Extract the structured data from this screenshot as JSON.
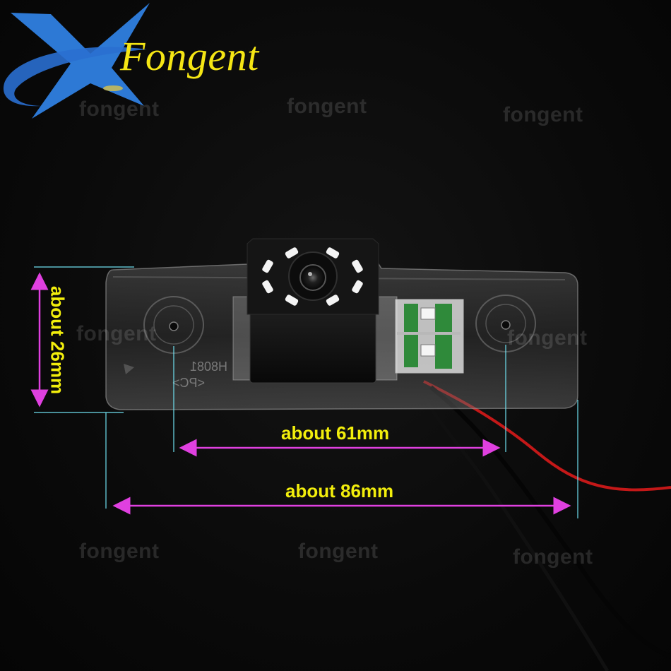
{
  "brand": {
    "name": "Fongent",
    "colors": {
      "logo_blue": "#2f7fe0",
      "logo_text": "#f5e614"
    }
  },
  "watermark": {
    "text": "fongent"
  },
  "product": {
    "stamp_line1": "H8081",
    "stamp_line2": "<PC>"
  },
  "dimensions": {
    "height_label": "about 26mm",
    "hole_spacing_label": "about 61mm",
    "width_label": "about 86mm",
    "colors": {
      "arrow": "#e040e0",
      "extension_line": "#6fe0f0",
      "label": "#f2ee0c"
    }
  }
}
